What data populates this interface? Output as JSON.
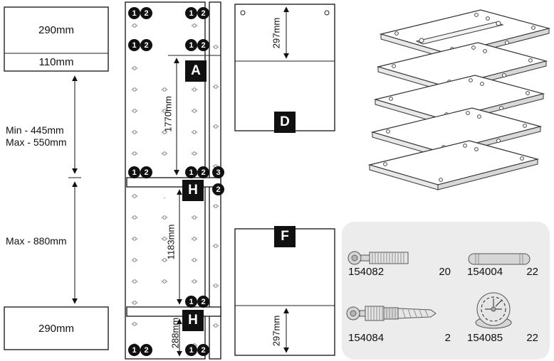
{
  "markers": {
    "n1": "1",
    "n2": "2",
    "n3": "3"
  },
  "panels": {
    "a": "A",
    "d": "D",
    "f": "F",
    "h": "H"
  },
  "dimensions": {
    "top_box": "290mm",
    "top_depth": "110mm",
    "min_445": "Min - 445mm",
    "max_550": "Max - 550mm",
    "max_880": "Max - 880mm",
    "bottom_box": "290mm",
    "side_height": "1770mm",
    "mid_span": "1183mm",
    "bottom_span": "288mm",
    "panel_d_depth": "297mm",
    "panel_f_depth": "297mm"
  },
  "parts_list": {
    "items": [
      {
        "id": "154082",
        "qty": "20",
        "icon": "cam-bolt-icon"
      },
      {
        "id": "154004",
        "qty": "22",
        "icon": "wood-dowel-icon"
      },
      {
        "id": "154084",
        "qty": "2",
        "icon": "double-thread-screw-icon"
      },
      {
        "id": "154085",
        "qty": "22",
        "icon": "cam-lock-icon"
      }
    ]
  }
}
